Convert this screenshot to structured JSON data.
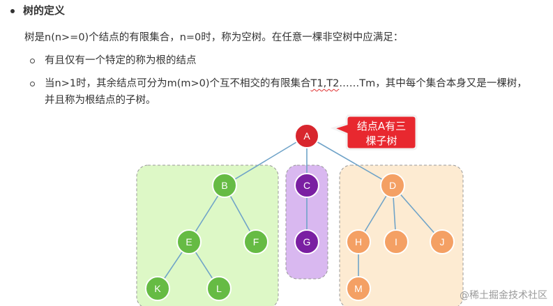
{
  "section": {
    "heading": "树的定义",
    "definition_prefix": "树是n(n>=0)个结点的有限集合，n=0时，称为空树。在任意一棵非空树中应满足：",
    "items": [
      "有且仅有一个特定的称为根的结点",
      "当n>1时，其余结点可分为m(m>0)个互不相交的有限集合",
      "T1,T2",
      "……Tm，其中每个集合本身又是一棵树，",
      "并且称为根结点的子树。"
    ]
  },
  "diagram": {
    "callout_line1": "结点A有三",
    "callout_line2": "棵子树",
    "colors": {
      "root": "#d8262e",
      "green": "#66bb44",
      "purple": "#7a1fa2",
      "orange": "#f4a064",
      "edge": "#6fa3c8",
      "green_box": "#ddf8c6",
      "purple_box": "#d9b8f0",
      "orange_box": "#fdebd2"
    },
    "nodes": [
      {
        "id": "A",
        "label": "A",
        "group": "root"
      },
      {
        "id": "B",
        "label": "B",
        "group": "green"
      },
      {
        "id": "C",
        "label": "C",
        "group": "purple"
      },
      {
        "id": "D",
        "label": "D",
        "group": "orange"
      },
      {
        "id": "E",
        "label": "E",
        "group": "green"
      },
      {
        "id": "F",
        "label": "F",
        "group": "green"
      },
      {
        "id": "G",
        "label": "G",
        "group": "purple"
      },
      {
        "id": "H",
        "label": "H",
        "group": "orange"
      },
      {
        "id": "I",
        "label": "I",
        "group": "orange"
      },
      {
        "id": "J",
        "label": "J",
        "group": "orange"
      },
      {
        "id": "K",
        "label": "K",
        "group": "green"
      },
      {
        "id": "L",
        "label": "L",
        "group": "green"
      },
      {
        "id": "M",
        "label": "M",
        "group": "orange"
      }
    ],
    "edges": [
      [
        "A",
        "B"
      ],
      [
        "A",
        "C"
      ],
      [
        "A",
        "D"
      ],
      [
        "B",
        "E"
      ],
      [
        "B",
        "F"
      ],
      [
        "C",
        "G"
      ],
      [
        "D",
        "H"
      ],
      [
        "D",
        "I"
      ],
      [
        "D",
        "J"
      ],
      [
        "E",
        "K"
      ],
      [
        "E",
        "L"
      ],
      [
        "H",
        "M"
      ]
    ]
  },
  "watermark": "@稀土掘金技术社区"
}
